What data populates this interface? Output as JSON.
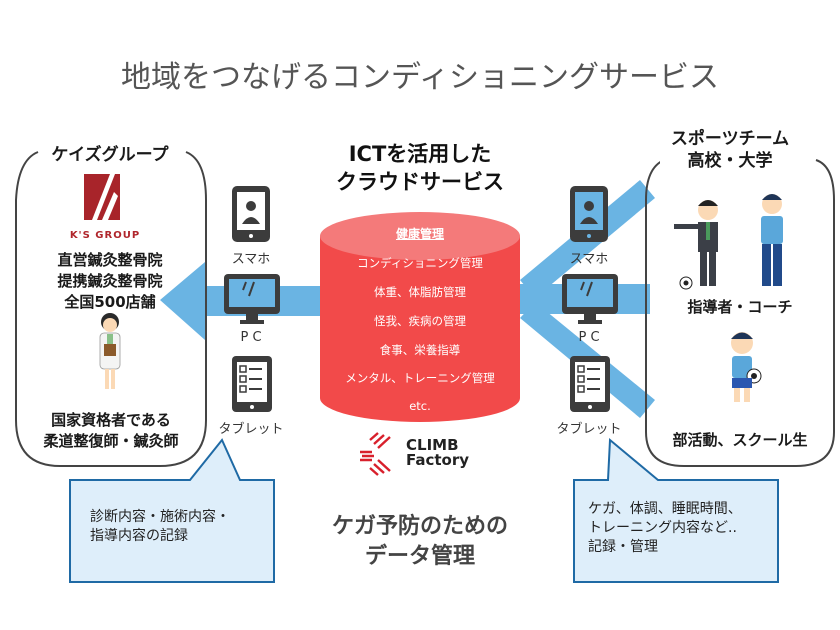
{
  "title": "地域をつなげるコンディショニングサービス",
  "colors": {
    "cylinder": "#f24a4a",
    "cylinder_top": "#f47a7a",
    "arrow": "#6ab4e3",
    "bubble_fill": "#deeefa",
    "bubble_border": "#1f6aa5",
    "device": "#3c3c3c",
    "brand_red": "#b0262c"
  },
  "left_panel": {
    "header": "ケイズグループ",
    "logo_text": "K'S GROUP",
    "lines": [
      "直営鍼灸整骨院",
      "提携鍼灸整骨院",
      "全国500店舗"
    ],
    "figure_icon": "doctor-woman-icon",
    "footer_lines": [
      "国家資格者である",
      "柔道整復師・鍼灸師"
    ]
  },
  "center": {
    "header_lines": [
      "ICTを活用した",
      "クラウドサービス"
    ],
    "cylinder": {
      "title": "健康管理",
      "items": [
        "コンディショニング管理",
        "体重、体脂肪管理",
        "怪我、疾病の管理",
        "食事、栄養指導",
        "メンタル、トレーニング管理",
        "etc."
      ]
    },
    "brand_logo": {
      "line1": "CLIMB",
      "line2": "Factory"
    },
    "bottom_lines": [
      "ケガ予防のための",
      "データ管理"
    ]
  },
  "devices": [
    {
      "icon": "smartphone-icon",
      "label": "スマホ"
    },
    {
      "icon": "pc-monitor-icon",
      "label": "P C"
    },
    {
      "icon": "tablet-checklist-icon",
      "label": "タブレット"
    }
  ],
  "right_panel": {
    "header_lines": [
      "スポーツチーム",
      "高校・大学"
    ],
    "figure1_icons": [
      "coach-suit-icon",
      "coach-whistle-icon",
      "soccer-ball-icon"
    ],
    "label1": "指導者・コーチ",
    "figure2_icon": "student-soccer-icon",
    "label2": "部活動、スクール生"
  },
  "left_bubble": {
    "lines": [
      "診断内容・施術内容・",
      "指導内容の記録"
    ]
  },
  "right_bubble": {
    "lines": [
      "ケガ、体調、睡眠時間、",
      "トレーニング内容など..",
      "記録・管理"
    ]
  }
}
